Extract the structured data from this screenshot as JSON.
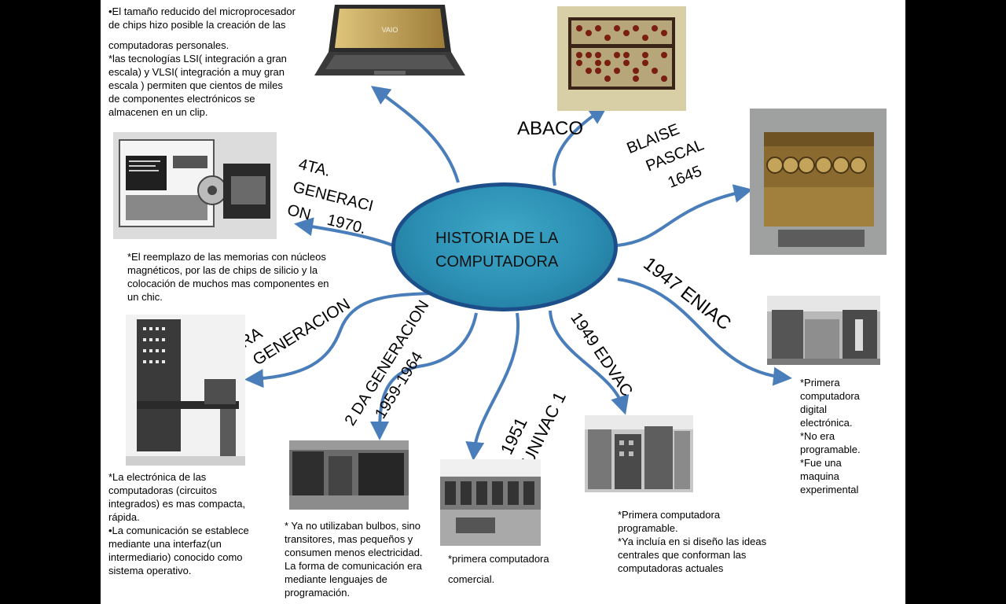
{
  "center": {
    "line1": "HISTORIA DE LA",
    "line2": "COMPUTADORA"
  },
  "branches": {
    "abaco": {
      "label": "ABACO"
    },
    "pascal": {
      "line1": "BLAISE",
      "line2": "PASCAL",
      "line3": "1645"
    },
    "eniac": {
      "label": "1947 ENIAC",
      "desc": [
        "*Primera",
        "computadora",
        "digital",
        "electrónica.",
        "*No era",
        "programable.",
        "*Fue una",
        "maquina",
        "experimental"
      ]
    },
    "edvac": {
      "label": "1949 EDVAC",
      "desc": [
        "*Primera  computadora",
        "programable.",
        "*Ya incluía en si diseño las ideas",
        "centrales que conforman las",
        "computadoras actuales"
      ]
    },
    "univac": {
      "line1": "1951",
      "line2": "UNIVAC 1",
      "desc1": "*primera computadora",
      "desc2": "comercial."
    },
    "segunda": {
      "line1": "2 DA GENERACION",
      "line2": "1959-1964",
      "desc": [
        "* Ya no utilizaban bulbos, sino",
        "transitores, mas pequeños y",
        "consumen menos electricidad.",
        "La forma de comunicación era",
        "mediante lenguajes de",
        "programación."
      ]
    },
    "tercera": {
      "line1": "3RA",
      "line2": "GENERACION",
      "desc": [
        "*La electrónica de las",
        "computadoras (circuitos",
        "integrados) es mas  compacta,",
        "rápida.",
        "•La comunicación  se establece",
        "mediante una interfaz(un",
        "intermediario) conocido como",
        "sistema operativo."
      ]
    },
    "cuarta": {
      "line1": "4TA.",
      "line2": "GENERACI",
      "line3": "ON    1970.",
      "desc": [
        "*El  reemplazo de las memorias  con núcleos",
        "magnéticos, por las de chips de silicio y la",
        "colocación de muchos mas  componentes  en",
        "un chic."
      ]
    },
    "laptop": {
      "brand": "VAIO",
      "desc": [
        "•El tamaño  reducido del microprocesador",
        "de chips hizo posible la creación de las",
        "computadoras personales.",
        "*las tecnologías LSI( integración a gran",
        "escala) y VLSI( integración a muy gran",
        "escala  ) permiten que cientos de miles",
        "de componentes electrónicos se",
        "almacenen  en un clip."
      ]
    }
  },
  "colors": {
    "arrow": "#4a7ebb",
    "hub_fill": "#2b8fb3",
    "hub_border": "#1c4f8a",
    "page_bg": "#000000",
    "slide_bg": "#ffffff"
  }
}
